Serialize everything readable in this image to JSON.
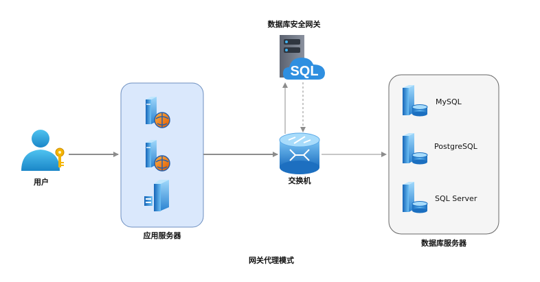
{
  "gateway": {
    "label": "数据库安全网关",
    "sql_badge": "SQL"
  },
  "user": {
    "label": "用户"
  },
  "app_servers": {
    "label": "应用服务器"
  },
  "switch": {
    "label": "交换机"
  },
  "db_servers": {
    "label": "数据库服务器",
    "items": [
      {
        "name": "MySQL"
      },
      {
        "name": "PostgreSQL"
      },
      {
        "name": "SQL Server"
      }
    ]
  },
  "caption": "网关代理模式",
  "colors": {
    "app_box_fill": "#dae8fc",
    "app_box_stroke": "#6c8ebf",
    "db_box_fill": "#f5f5f5",
    "db_box_stroke": "#666666",
    "arrow": "#8c8c8c",
    "server_blue": "#1f78c8",
    "cloud_blue": "#2f8fe0"
  },
  "icons": [
    "user-key-icon",
    "web-server-icon",
    "server-icon",
    "switch-icon",
    "sql-gateway-icon",
    "database-server-icon"
  ]
}
